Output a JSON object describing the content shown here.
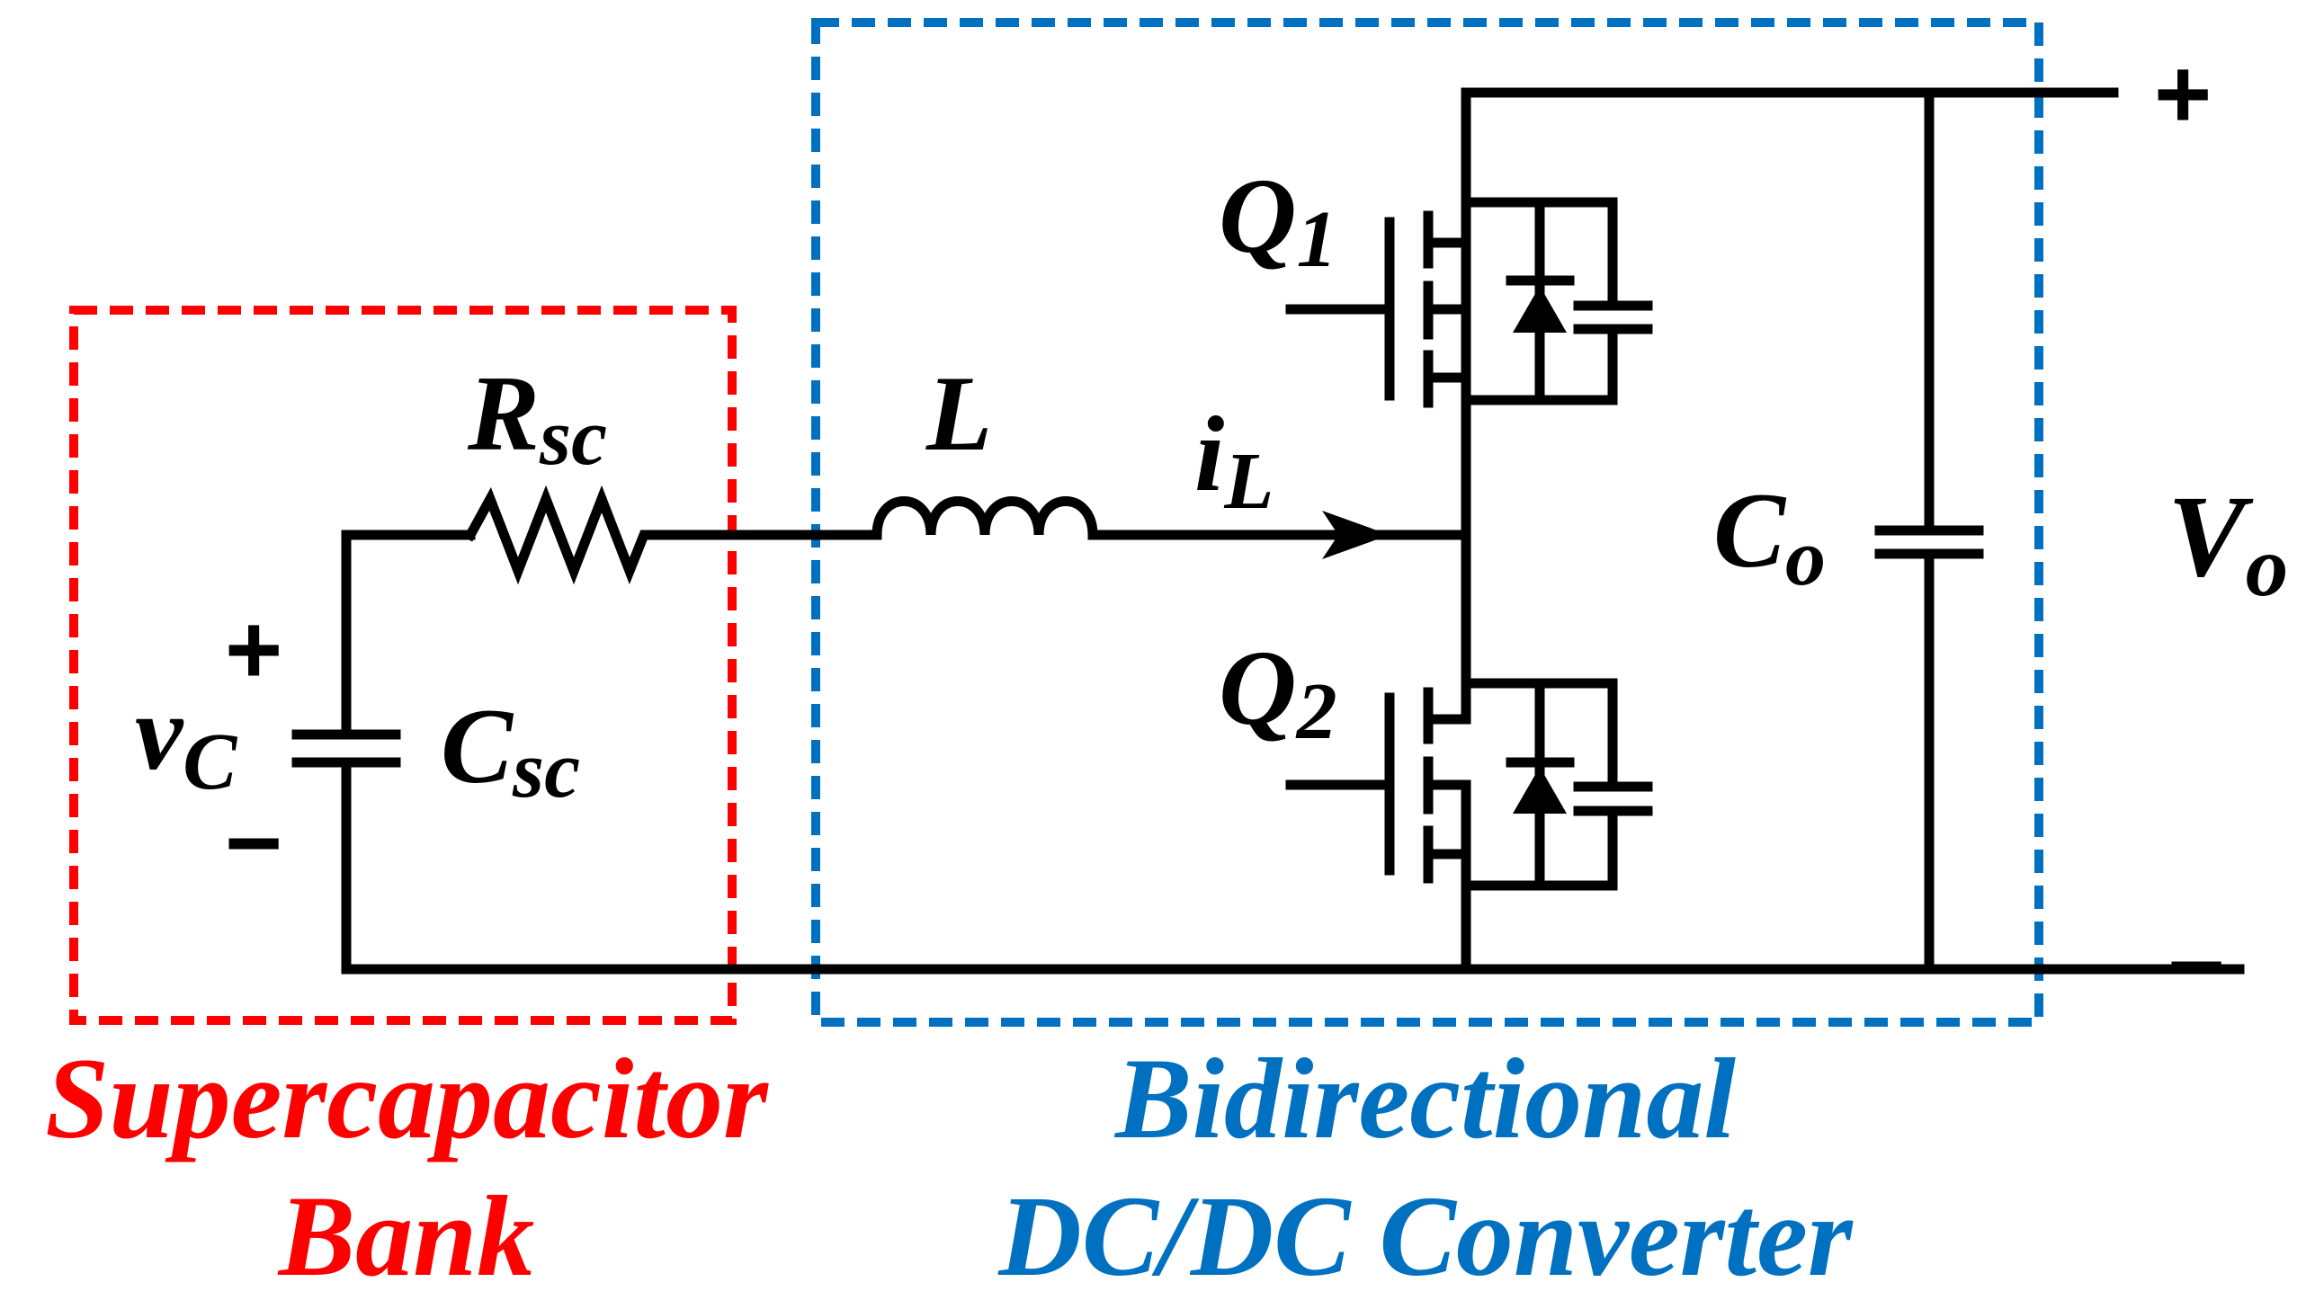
{
  "colors": {
    "supercap": "#ff0000",
    "converter": "#0070c0",
    "wire": "#000000"
  },
  "labels": {
    "rsc_main": "R",
    "rsc_sub": "sc",
    "l": "L",
    "il_main": "i",
    "il_sub": "L",
    "q1_main": "Q",
    "q1_sub": "1",
    "q2_main": "Q",
    "q2_sub": "2",
    "csc_main": "C",
    "csc_sub": "sc",
    "vc_main": "v",
    "vc_sub": "C",
    "co_main": "C",
    "co_sub": "o",
    "vo_main": "V",
    "vo_sub": "o",
    "plus_in": "+",
    "minus_in": "−",
    "plus_out": "+",
    "minus_out": "−"
  },
  "captions": {
    "supercap_line1": "Supercapacitor",
    "supercap_line2": "Bank",
    "converter_line1": "Bidirectional",
    "converter_line2": "DC/DC Converter"
  }
}
